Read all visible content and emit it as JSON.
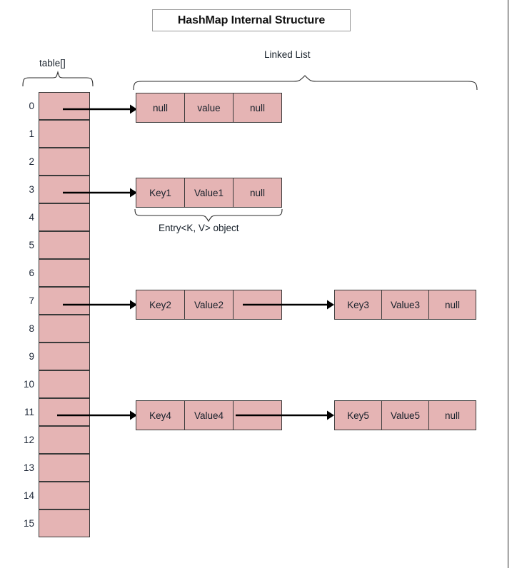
{
  "diagram": {
    "title": "HashMap Internal Structure",
    "labels": {
      "table_label": "table[]",
      "linked_list_label": "Linked List",
      "entry_label": "Entry<K, V> object"
    },
    "colors": {
      "cell_fill": "#e5b4b4",
      "cell_stroke": "#3a3a3a",
      "text": "#17202a",
      "arrow": "#000000",
      "page_rule": "#2b2b2b"
    },
    "table": {
      "bucket_count": 16,
      "indices": [
        "0",
        "1",
        "2",
        "3",
        "4",
        "5",
        "6",
        "7",
        "8",
        "9",
        "10",
        "11",
        "12",
        "13",
        "14",
        "15"
      ],
      "occupied_indices": [
        0,
        3,
        7,
        11
      ]
    },
    "buckets": [
      {
        "index": "0",
        "chain": [
          {
            "key": "null",
            "value": "value",
            "next": "null"
          }
        ]
      },
      {
        "index": "3",
        "chain": [
          {
            "key": "Key1",
            "value": "Value1",
            "next": "null"
          }
        ]
      },
      {
        "index": "7",
        "chain": [
          {
            "key": "Key2",
            "value": "Value2",
            "next": ""
          },
          {
            "key": "Key3",
            "value": "Value3",
            "next": "null"
          }
        ]
      },
      {
        "index": "11",
        "chain": [
          {
            "key": "Key4",
            "value": "Value4",
            "next": ""
          },
          {
            "key": "Key5",
            "value": "Value5",
            "next": "null"
          }
        ]
      }
    ]
  }
}
